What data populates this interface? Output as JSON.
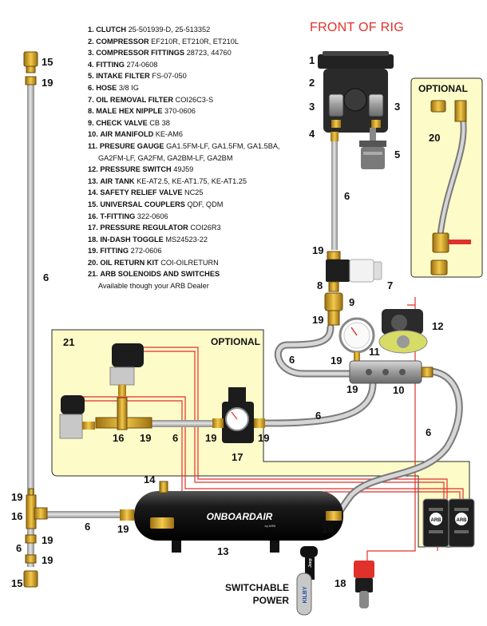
{
  "header": {
    "front_of_rig": "FRONT OF RIG"
  },
  "parts": [
    {
      "num": "1.",
      "name": "CLUTCH",
      "code": "25-501939-D, 25-513352"
    },
    {
      "num": "2.",
      "name": "COMPRESSOR",
      "code": "EF210R, ET210R, ET210L"
    },
    {
      "num": "3.",
      "name": "COMPRESSOR FITTINGS",
      "code": "28723, 44760"
    },
    {
      "num": "4.",
      "name": "FITTING",
      "code": "274-0608"
    },
    {
      "num": "5.",
      "name": "INTAKE FILTER",
      "code": "FS-07-050"
    },
    {
      "num": "6.",
      "name": "HOSE",
      "code": "3/8 IG"
    },
    {
      "num": "7.",
      "name": "OIL REMOVAL FILTER",
      "code": "COI26C3-S"
    },
    {
      "num": "8.",
      "name": "MALE HEX NIPPLE",
      "code": "370-0606"
    },
    {
      "num": "9.",
      "name": "CHECK VALVE",
      "code": "CB 38"
    },
    {
      "num": "10.",
      "name": "AIR MANIFOLD",
      "code": "KE-AM6"
    },
    {
      "num": "11.",
      "name": "PRESURE GAUGE",
      "code": "GA1.5FM-LF, GA1.5FM, GA1.5BA,"
    },
    {
      "num": "",
      "name": "",
      "code": "GA2FM-LF, GA2FM, GA2BM-LF, GA2BM"
    },
    {
      "num": "12.",
      "name": "PRESSURE SWITCH",
      "code": "49J59"
    },
    {
      "num": "13.",
      "name": "AIR TANK",
      "code": "KE-AT2.5, KE-AT1.75, KE-AT1.25"
    },
    {
      "num": "14.",
      "name": "SAFETY RELIEF VALVE",
      "code": "NC25"
    },
    {
      "num": "15.",
      "name": "UNIVERSAL COUPLERS",
      "code": "QDF, QDM"
    },
    {
      "num": "16.",
      "name": "T-FITTING",
      "code": "322-0606"
    },
    {
      "num": "17.",
      "name": "PRESSURE REGULATOR",
      "code": "COI26R3"
    },
    {
      "num": "18.",
      "name": "IN-DASH TOGGLE",
      "code": "MS24523-22"
    },
    {
      "num": "19.",
      "name": "FITTING",
      "code": "272-0606"
    },
    {
      "num": "20.",
      "name": "OIL RETURN KIT",
      "code": "COI-OILRETURN"
    },
    {
      "num": "21.",
      "name": "ARB SOLENOIDS AND SWITCHES",
      "code": ""
    },
    {
      "num": "",
      "name": "",
      "code": "Available though your ARB Dealer"
    }
  ],
  "optional_labels": {
    "top_right": "OPTIONAL",
    "middle": "OPTIONAL"
  },
  "switchable_power": {
    "line1": "SWITCHABLE",
    "line2": "POWER"
  },
  "tank_brand": "ONBOARDAIR",
  "tank_brand_sub": "by ARB",
  "switch_brand": "ARB",
  "keychain_text": "KILBY",
  "fob_text": "Jeep",
  "callouts": {
    "n1": "1",
    "n2": "2",
    "n3": "3",
    "n4": "4",
    "n5": "5",
    "n6": "6",
    "n7": "7",
    "n8": "8",
    "n9": "9",
    "n10": "10",
    "n11": "11",
    "n12": "12",
    "n13": "13",
    "n14": "14",
    "n15": "15",
    "n16": "16",
    "n17": "17",
    "n18": "18",
    "n19": "19",
    "n20": "20",
    "n21": "21"
  },
  "colors": {
    "optional_bg": "#fdfbc8",
    "optional_border": "#2a2a2a",
    "wire_red": "#e0312a",
    "hose_gray": "#b9b9b9",
    "brass": "#d9a520",
    "filter_bg": "#f5f5f5",
    "front_red": "#e0312a"
  }
}
